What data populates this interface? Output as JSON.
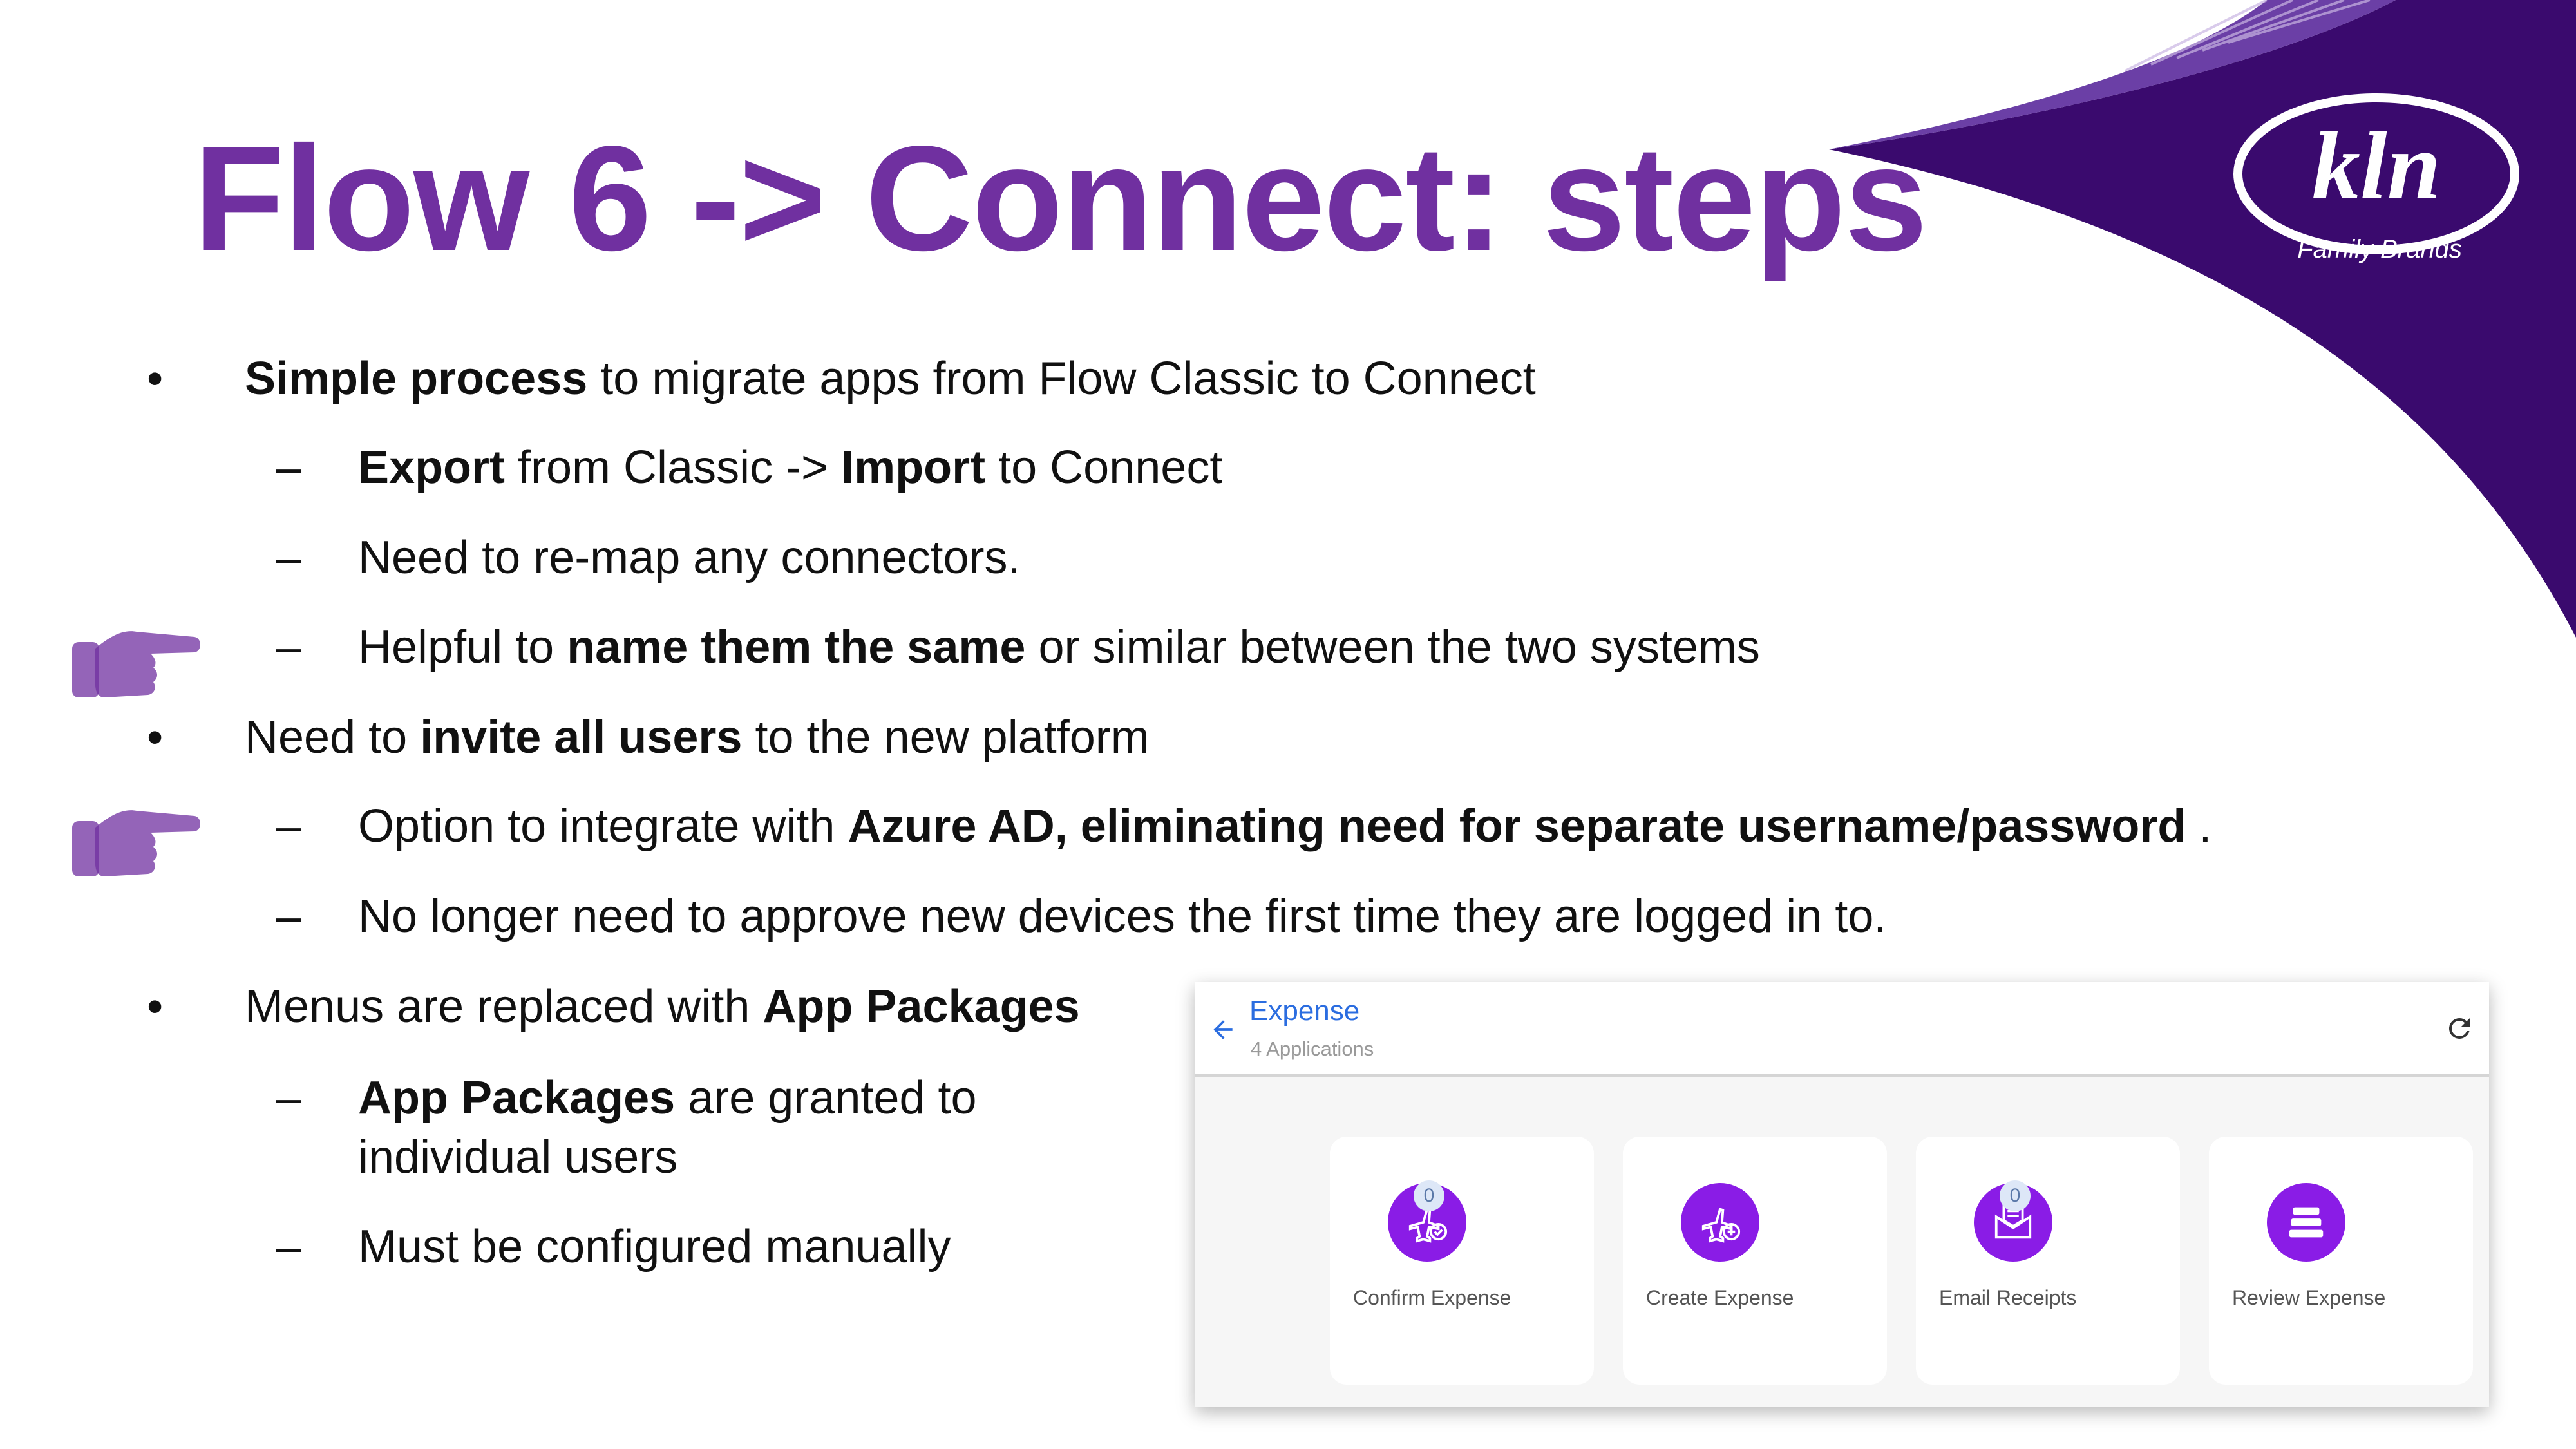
{
  "slide": {
    "title": "Flow 6 -> Connect: steps",
    "accent_color": "#7030a0",
    "corner_color": "#3a0a6e"
  },
  "logo": {
    "wordmark": "kln",
    "tagline": "Family Brands"
  },
  "bullets": [
    {
      "marker": "•",
      "level": 1,
      "parts": [
        {
          "text": "Simple process",
          "bold": true
        },
        {
          "text": " to migrate apps from Flow Classic to Connect",
          "bold": false
        }
      ]
    },
    {
      "marker": "–",
      "level": 2,
      "parts": [
        {
          "text": "Export",
          "bold": true
        },
        {
          "text": " from Classic -> ",
          "bold": false
        },
        {
          "text": "Import",
          "bold": true
        },
        {
          "text": " to Connect",
          "bold": false
        }
      ]
    },
    {
      "marker": "–",
      "level": 2,
      "parts": [
        {
          "text": "Need to re-map any connectors.",
          "bold": false
        }
      ]
    },
    {
      "marker": "–",
      "level": 2,
      "pointer": "hand-pointing-right-icon",
      "parts": [
        {
          "text": "Helpful to ",
          "bold": false
        },
        {
          "text": "name them the same",
          "bold": true
        },
        {
          "text": " or similar between the two systems",
          "bold": false
        }
      ]
    },
    {
      "marker": "•",
      "level": 1,
      "parts": [
        {
          "text": "Need to ",
          "bold": false
        },
        {
          "text": "invite all users",
          "bold": true
        },
        {
          "text": " to the new platform",
          "bold": false
        }
      ]
    },
    {
      "marker": "–",
      "level": 2,
      "pointer": "hand-pointing-right-icon",
      "parts": [
        {
          "text": "Option to integrate with ",
          "bold": false
        },
        {
          "text": "Azure AD, eliminating need for separate username/password",
          "bold": true
        },
        {
          "text": " .",
          "bold": false
        }
      ]
    },
    {
      "marker": "–",
      "level": 2,
      "parts": [
        {
          "text": "No longer need to approve new devices the first time they are logged in to.",
          "bold": false
        }
      ]
    },
    {
      "marker": "•",
      "level": 1,
      "parts": [
        {
          "text": "Menus are replaced with ",
          "bold": false
        },
        {
          "text": "App Packages",
          "bold": true
        }
      ]
    },
    {
      "marker": "–",
      "level": 2,
      "parts": [
        {
          "text": "App Packages",
          "bold": true
        },
        {
          "text": " are granted to",
          "bold": false
        }
      ]
    },
    {
      "marker": "",
      "level": 2,
      "parts": [
        {
          "text": "individual users",
          "bold": false
        }
      ]
    },
    {
      "marker": "–",
      "level": 2,
      "parts": [
        {
          "text": "Must be configured manually",
          "bold": false
        }
      ]
    }
  ],
  "app_panel": {
    "title": "Expense",
    "subtitle": "4 Applications",
    "back_icon": "arrow-left-icon",
    "refresh_icon": "refresh-icon",
    "title_color": "#2b6de0",
    "icon_color": "#8a1ce6",
    "cards": [
      {
        "label": "Confirm Expense",
        "badge": "0",
        "icon": "plane-check-icon"
      },
      {
        "label": "Create Expense",
        "badge": "",
        "icon": "plane-add-icon"
      },
      {
        "label": "Email Receipts",
        "badge": "0",
        "icon": "envelope-receipt-icon"
      },
      {
        "label": "Review Expense",
        "badge": "",
        "icon": "stacked-cards-icon"
      }
    ]
  }
}
